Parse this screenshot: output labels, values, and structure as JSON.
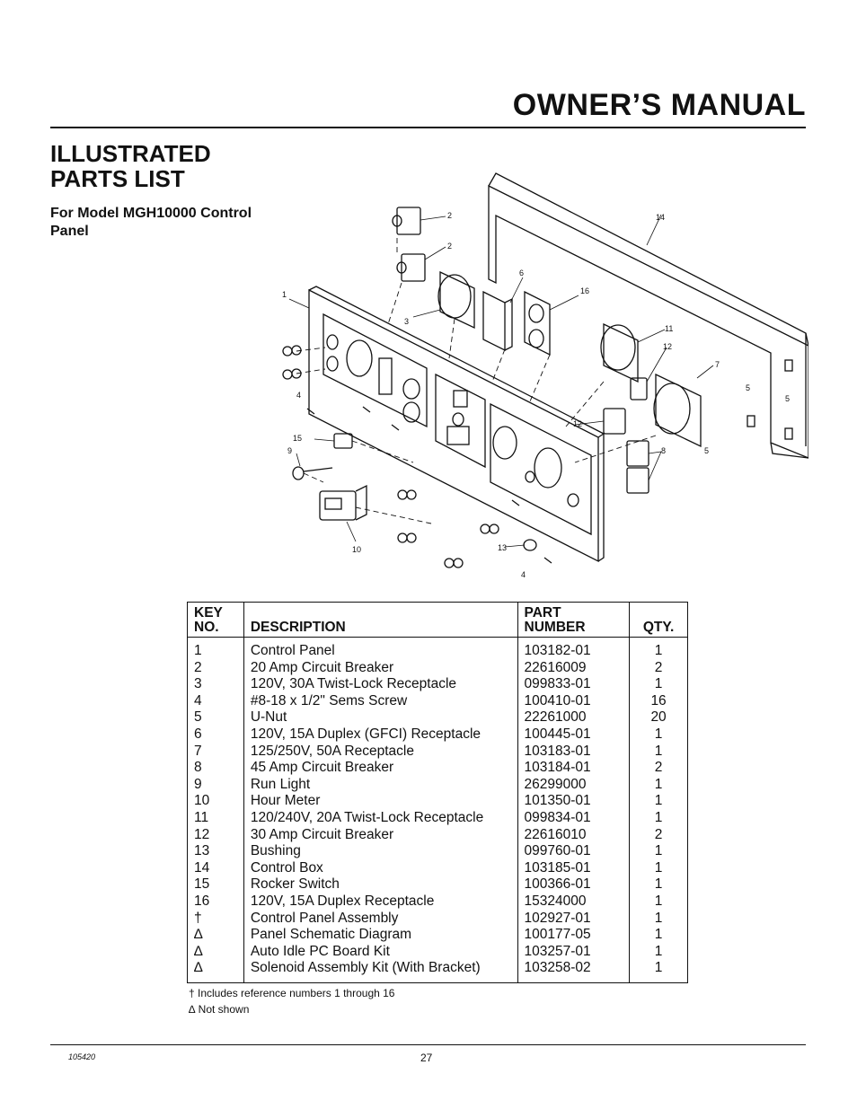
{
  "header": {
    "title": "OWNER’S MANUAL"
  },
  "section": {
    "title": "ILLUSTRATED PARTS LIST",
    "subtitle": "For Model MGH10000 Control Panel"
  },
  "diagram": {
    "callouts": [
      "1",
      "2",
      "2",
      "3",
      "4",
      "4",
      "5",
      "5",
      "5",
      "6",
      "7",
      "8",
      "9",
      "10",
      "11",
      "12",
      "12",
      "13",
      "14",
      "15",
      "16"
    ]
  },
  "table": {
    "headers": {
      "key": "KEY NO.",
      "description": "DESCRIPTION",
      "part_number": "PART NUMBER",
      "qty": "QTY."
    },
    "rows": [
      {
        "key": "1",
        "description": "Control Panel",
        "part_number": "103182-01",
        "qty": "1"
      },
      {
        "key": "2",
        "description": "20 Amp Circuit Breaker",
        "part_number": "22616009",
        "qty": "2"
      },
      {
        "key": "3",
        "description": "120V, 30A Twist-Lock Receptacle",
        "part_number": "099833-01",
        "qty": "1"
      },
      {
        "key": "4",
        "description": "#8-18 x 1/2\" Sems Screw",
        "part_number": "100410-01",
        "qty": "16"
      },
      {
        "key": "5",
        "description": "U-Nut",
        "part_number": "22261000",
        "qty": "20"
      },
      {
        "key": "6",
        "description": "120V, 15A Duplex (GFCI) Receptacle",
        "part_number": "100445-01",
        "qty": "1"
      },
      {
        "key": "7",
        "description": "125/250V, 50A Receptacle",
        "part_number": "103183-01",
        "qty": "1"
      },
      {
        "key": "8",
        "description": "45 Amp Circuit Breaker",
        "part_number": "103184-01",
        "qty": "2"
      },
      {
        "key": "9",
        "description": "Run Light",
        "part_number": "26299000",
        "qty": "1"
      },
      {
        "key": "10",
        "description": "Hour Meter",
        "part_number": "101350-01",
        "qty": "1"
      },
      {
        "key": "11",
        "description": "120/240V, 20A Twist-Lock Receptacle",
        "part_number": "099834-01",
        "qty": "1"
      },
      {
        "key": "12",
        "description": "30 Amp Circuit Breaker",
        "part_number": "22616010",
        "qty": "2"
      },
      {
        "key": "13",
        "description": "Bushing",
        "part_number": "099760-01",
        "qty": "1"
      },
      {
        "key": "14",
        "description": "Control Box",
        "part_number": "103185-01",
        "qty": "1"
      },
      {
        "key": "15",
        "description": "Rocker Switch",
        "part_number": "100366-01",
        "qty": "1"
      },
      {
        "key": "16",
        "description": "120V, 15A Duplex Receptacle",
        "part_number": "15324000",
        "qty": "1"
      },
      {
        "key": "†",
        "description": "Control Panel Assembly",
        "part_number": "102927-01",
        "qty": "1"
      },
      {
        "key": "∆",
        "description": "Panel Schematic Diagram",
        "part_number": "100177-05",
        "qty": "1"
      },
      {
        "key": "∆",
        "description": "Auto Idle PC Board Kit",
        "part_number": "103257-01",
        "qty": "1"
      },
      {
        "key": "∆",
        "description": "Solenoid Assembly Kit (With Bracket)",
        "part_number": "103258-02",
        "qty": "1"
      }
    ]
  },
  "notes": [
    "† Includes reference numbers 1 through 16",
    "∆ Not shown"
  ],
  "footer": {
    "doc_number": "105420",
    "page_number": "27"
  }
}
